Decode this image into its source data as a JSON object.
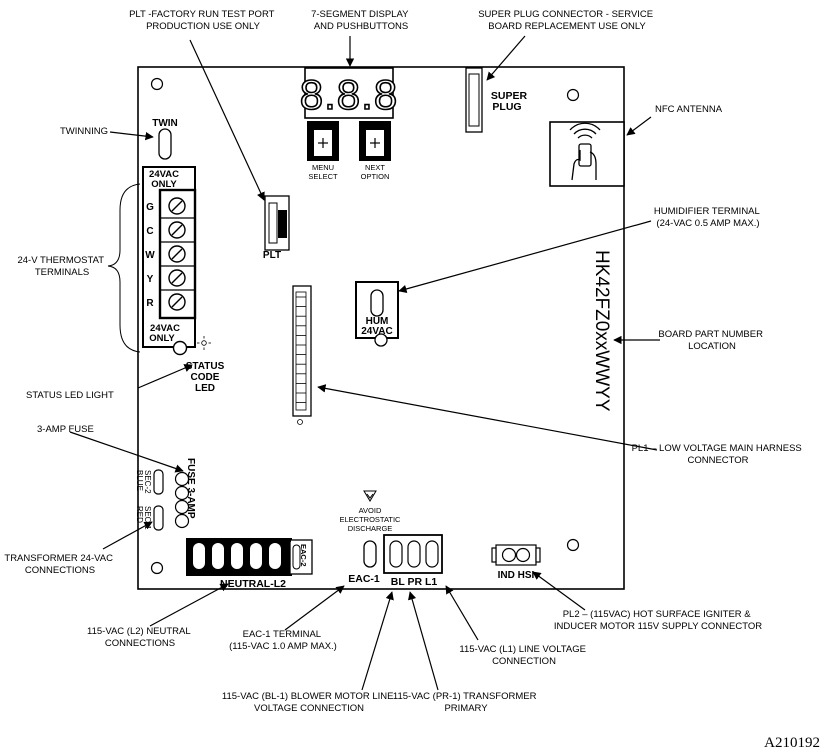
{
  "callouts": {
    "plt": [
      "PLT -FACTORY RUN TEST PORT",
      "PRODUCTION USE ONLY"
    ],
    "segment": [
      "7-SEGMENT DISPLAY",
      "AND PUSHBUTTONS"
    ],
    "superplug": [
      "SUPER PLUG CONNECTOR -  SERVICE",
      "BOARD REPLACEMENT USE ONLY"
    ],
    "nfc": [
      "NFC ANTENNA"
    ],
    "twinning": [
      "TWINNING"
    ],
    "thermostat": [
      "24-V THERMOSTAT",
      "TERMINALS"
    ],
    "humidifier": [
      "HUMIDIFIER TERMINAL",
      "(24-VAC 0.5 AMP MAX.)"
    ],
    "partnumber": [
      "BOARD PART NUMBER",
      "LOCATION"
    ],
    "statusled": [
      "STATUS LED LIGHT"
    ],
    "fuse": [
      "3-AMP FUSE"
    ],
    "pl1": [
      "PL1 – LOW VOLTAGE MAIN HARNESS",
      "CONNECTOR"
    ],
    "transformer": [
      "TRANSFORMER 24-VAC",
      "CONNECTIONS"
    ],
    "pl2": [
      "PL2 – (115VAC) HOT SURFACE IGNITER &",
      "INDUCER MOTOR 115V SUPPLY CONNECTOR"
    ],
    "neutral": [
      "115-VAC (L2) NEUTRAL",
      "CONNECTIONS"
    ],
    "eac": [
      "EAC-1 TERMINAL",
      "(115-VAC 1.0 AMP MAX.)"
    ],
    "line": [
      "115-VAC (L1) LINE VOLTAGE",
      "CONNECTION"
    ],
    "blower": [
      "115-VAC (BL-1) BLOWER MOTOR LINE",
      "VOLTAGE  CONNECTION"
    ],
    "primary": [
      "115-VAC (PR-1) TRANSFORMER",
      "PRIMARY"
    ]
  },
  "board": {
    "twin": "TWIN",
    "vac_top": [
      "24VAC",
      "ONLY"
    ],
    "vac_bottom": [
      "24VAC",
      "ONLY"
    ],
    "terminals": [
      "G",
      "C",
      "W",
      "Y",
      "R"
    ],
    "status_code": [
      "STATUS",
      "CODE",
      "LED"
    ],
    "plt": "PLT",
    "display": "8.8.8",
    "menu": [
      "MENU",
      "SELECT"
    ],
    "next": [
      "NEXT",
      "OPTION"
    ],
    "super_plug": [
      "SUPER",
      "PLUG"
    ],
    "hum": [
      "HUM",
      "24VAC"
    ],
    "part_number": "HK42FZ0xxWWYY",
    "fuse": "FUSE  3-AMP",
    "sec2": [
      "SEC-2",
      "BLUE"
    ],
    "sec1": [
      "SEC-1",
      "RED"
    ],
    "neutral": "NEUTRAL-L2",
    "eac2": "EAC-2",
    "esd": [
      "AVOID",
      "ELECTROSTATIC",
      "DISCHARGE"
    ],
    "eac1": "EAC-1",
    "bl_pr_l1": "BL  PR  L1",
    "ind_hsi": "IND HSI"
  },
  "figure_id": "A210192"
}
